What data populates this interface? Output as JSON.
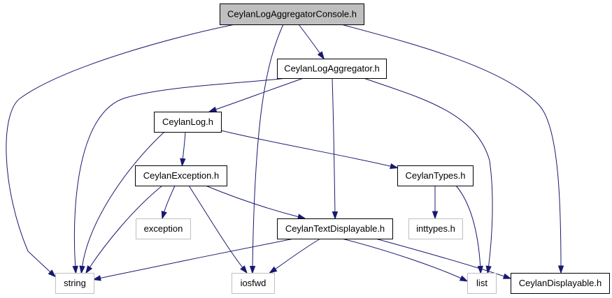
{
  "graph": {
    "nodes": {
      "console": {
        "label": "CeylanLogAggregatorConsole.h",
        "fill": "#bfbfbf",
        "stroke": "#000000",
        "text": "#000000"
      },
      "aggregator": {
        "label": "CeylanLogAggregator.h",
        "fill": "#ffffff",
        "stroke": "#000000",
        "text": "#000000"
      },
      "log": {
        "label": "CeylanLog.h",
        "fill": "#ffffff",
        "stroke": "#000000",
        "text": "#000000"
      },
      "exception_h": {
        "label": "CeylanException.h",
        "fill": "#ffffff",
        "stroke": "#000000",
        "text": "#000000"
      },
      "types": {
        "label": "CeylanTypes.h",
        "fill": "#ffffff",
        "stroke": "#000000",
        "text": "#000000"
      },
      "exception": {
        "label": "exception",
        "fill": "#ffffff",
        "stroke": "#bfbfbf",
        "text": "#000000"
      },
      "textdisplayable": {
        "label": "CeylanTextDisplayable.h",
        "fill": "#ffffff",
        "stroke": "#000000",
        "text": "#000000"
      },
      "inttypes": {
        "label": "inttypes.h",
        "fill": "#ffffff",
        "stroke": "#bfbfbf",
        "text": "#000000"
      },
      "string": {
        "label": "string",
        "fill": "#ffffff",
        "stroke": "#bfbfbf",
        "text": "#000000"
      },
      "iosfwd": {
        "label": "iosfwd",
        "fill": "#ffffff",
        "stroke": "#bfbfbf",
        "text": "#000000"
      },
      "list": {
        "label": "list",
        "fill": "#ffffff",
        "stroke": "#bfbfbf",
        "text": "#000000"
      },
      "displayable": {
        "label": "CeylanDisplayable.h",
        "fill": "#ffffff",
        "stroke": "#000000",
        "text": "#000000"
      }
    },
    "edge_color": "#191970",
    "edges": [
      {
        "from": "console",
        "to": "aggregator"
      },
      {
        "from": "console",
        "to": "string"
      },
      {
        "from": "console",
        "to": "iosfwd"
      },
      {
        "from": "console",
        "to": "displayable"
      },
      {
        "from": "aggregator",
        "to": "log"
      },
      {
        "from": "aggregator",
        "to": "string"
      },
      {
        "from": "aggregator",
        "to": "textdisplayable"
      },
      {
        "from": "aggregator",
        "to": "list"
      },
      {
        "from": "log",
        "to": "exception_h"
      },
      {
        "from": "log",
        "to": "types"
      },
      {
        "from": "log",
        "to": "string"
      },
      {
        "from": "exception_h",
        "to": "exception"
      },
      {
        "from": "exception_h",
        "to": "textdisplayable"
      },
      {
        "from": "exception_h",
        "to": "string"
      },
      {
        "from": "exception_h",
        "to": "iosfwd"
      },
      {
        "from": "types",
        "to": "inttypes"
      },
      {
        "from": "types",
        "to": "list"
      },
      {
        "from": "textdisplayable",
        "to": "string"
      },
      {
        "from": "textdisplayable",
        "to": "iosfwd"
      },
      {
        "from": "textdisplayable",
        "to": "list"
      },
      {
        "from": "textdisplayable",
        "to": "displayable"
      }
    ]
  }
}
